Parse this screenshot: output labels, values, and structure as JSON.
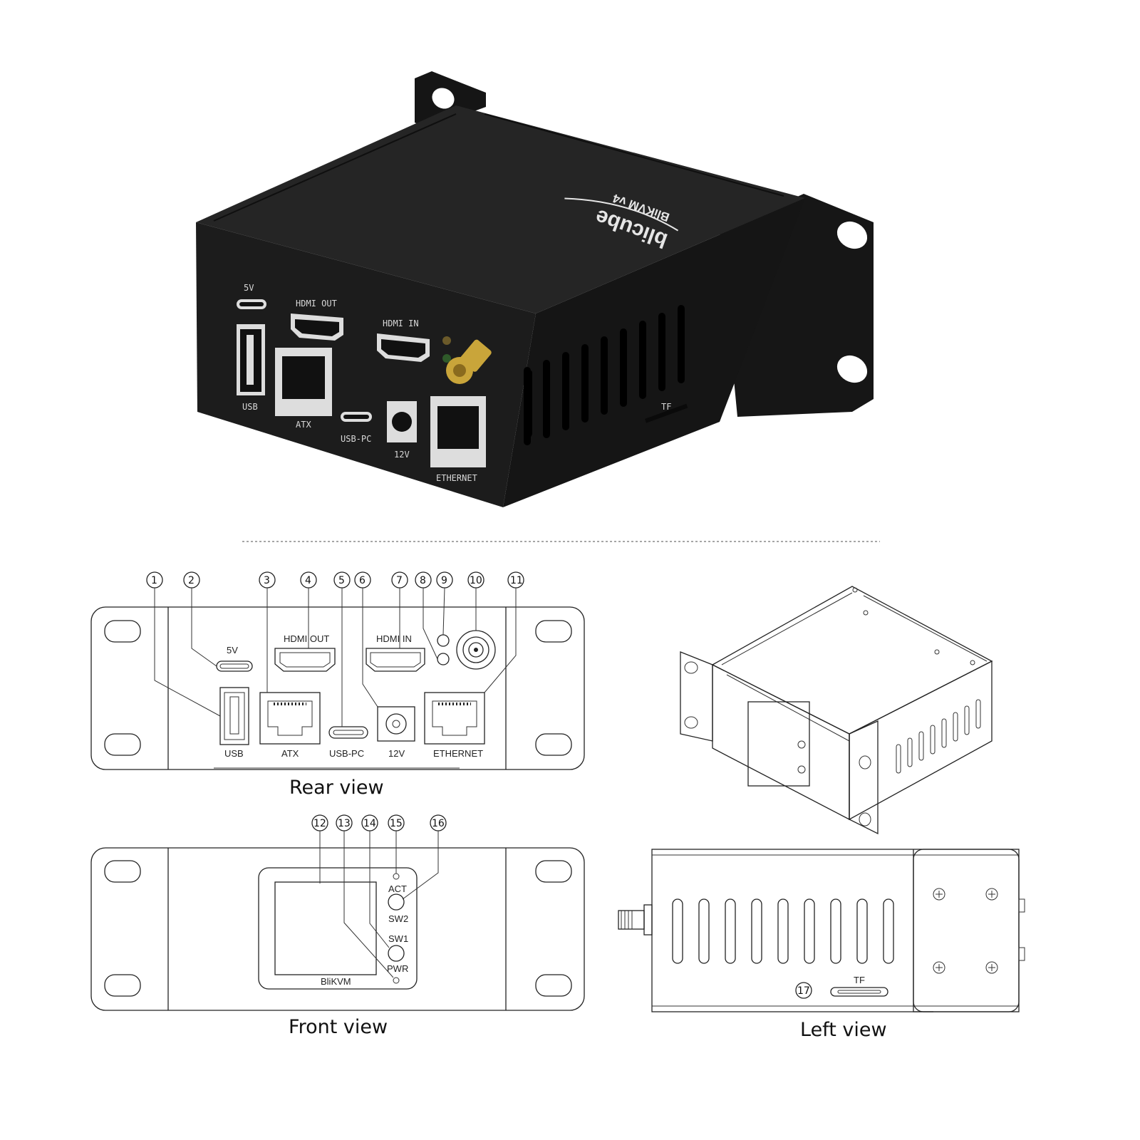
{
  "photo": {
    "brand": "blicube",
    "model": "BliKVM v4",
    "port_labels": {
      "p5v": "5V",
      "hdmi_out": "HDMI OUT",
      "hdmi_in": "HDMI IN",
      "usb": "USB",
      "atx": "ATX",
      "usb_pc": "USB-PC",
      "v12": "12V",
      "ethernet": "ETHERNET",
      "tf": "TF"
    }
  },
  "rear_view": {
    "caption": "Rear view",
    "callouts": [
      "1",
      "2",
      "3",
      "4",
      "5",
      "6",
      "7",
      "8",
      "9",
      "10",
      "11"
    ],
    "labels": {
      "p5v": "5V",
      "hdmi_out": "HDMI OUT",
      "hdmi_in": "HDMI IN",
      "usb": "USB",
      "atx": "ATX",
      "usb_pc": "USB-PC",
      "v12": "12V",
      "ethernet": "ETHERNET"
    }
  },
  "front_view": {
    "caption": "Front view",
    "callouts": [
      "12",
      "13",
      "14",
      "15",
      "16"
    ],
    "labels": {
      "act": "ACT",
      "sw2": "SW2",
      "sw1": "SW1",
      "pwr": "PWR",
      "brand": "BliKVM"
    }
  },
  "left_view": {
    "caption": "Left view",
    "callout": "17",
    "tf_label": "TF"
  },
  "colors": {
    "device_body": "#1c1c1c",
    "line": "#222222",
    "antenna_gold": "#c9a53a"
  }
}
